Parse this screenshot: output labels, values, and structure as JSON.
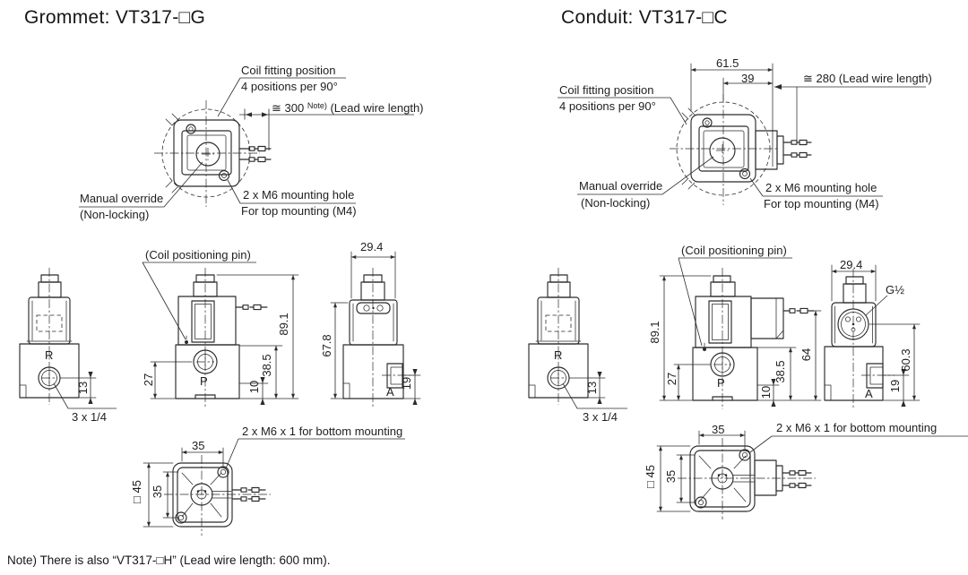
{
  "note": "Note) There is also “VT317-□H” (Lead wire length: 600 mm).",
  "colors": {
    "line": "#2b2b2b",
    "background": "#ffffff"
  },
  "grommet": {
    "title": "Grommet: VT317-□G",
    "top": {
      "coil1": "Coil fitting position",
      "coil2": "4 positions per 90°",
      "lead_prefix": "≅ 300",
      "lead_sup": "Note)",
      "lead_suffix": " (Lead wire length)",
      "manual1": "Manual override",
      "manual2": "(Non-locking)",
      "mount1": "2 x M6 mounting hole",
      "mount2": "For top mounting (M4)"
    },
    "rview": {
      "port": "R",
      "d13": "13",
      "leader": "3 x 1/4"
    },
    "pview": {
      "pin": "(Coil positioning pin)",
      "port": "P",
      "d27": "27",
      "d10": "10",
      "d385": "38.5",
      "d891": "89.1"
    },
    "aview": {
      "port": "A",
      "d294": "29.4",
      "d678": "67.8",
      "d19": "19"
    },
    "bview": {
      "d35h": "35",
      "d35v": "35",
      "d45": "□ 45",
      "leader": "2 x M6 x 1 for bottom mounting"
    }
  },
  "conduit": {
    "title": "Conduit: VT317-□C",
    "top": {
      "d615": "61.5",
      "d39": "39",
      "lead": "≅ 280 (Lead wire length)",
      "coil1": "Coil fitting position",
      "coil2": "4 positions per 90°",
      "manual1": "Manual override",
      "manual2": "(Non-locking)",
      "mount1": "2 x M6 mounting hole",
      "mount2": "For top mounting (M4)"
    },
    "rview": {
      "port": "R",
      "d13": "13",
      "leader": "3 x 1/4"
    },
    "pview": {
      "pin": "(Coil positioning pin)",
      "port": "P",
      "d27": "27",
      "d10": "10",
      "d385": "38.5",
      "d64": "64",
      "d891": "89.1"
    },
    "aview": {
      "port": "A",
      "d294": "29.4",
      "d603": "60.3",
      "d19": "19",
      "g": "G½"
    },
    "bview": {
      "d35h": "35",
      "d35v": "35",
      "d45": "□ 45",
      "leader": "2 x M6 x 1 for bottom mounting"
    }
  }
}
